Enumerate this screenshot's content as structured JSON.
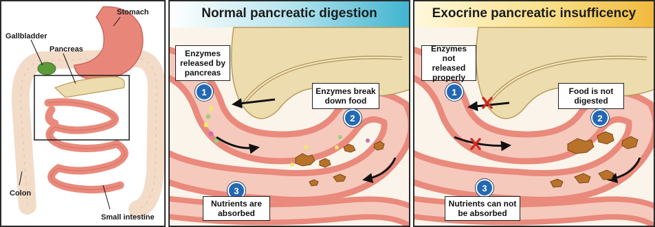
{
  "colors": {
    "panel2_title_bg": "#5fc3d8",
    "panel3_title_bg": "#f6d66a",
    "badge": "#2468b4",
    "intestine": "#e98a7c",
    "pancreas": "#e7d8a8",
    "food": "#b8722a"
  },
  "anatomy": {
    "labels": {
      "stomach": "Stomach",
      "gallbladder": "Gallbladder",
      "pancreas": "Pancreas",
      "colon": "Colon",
      "small_intestine": "Small intestine"
    }
  },
  "normal": {
    "title": "Normal pancreatic digestion",
    "steps": [
      {
        "number": "1",
        "text": "Enzymes released by pancreas"
      },
      {
        "number": "2",
        "text": "Enzymes break down food"
      },
      {
        "number": "3",
        "text": "Nutrients are absorbed"
      }
    ]
  },
  "epi": {
    "title": "Exocrine pancreatic insufficency",
    "steps": [
      {
        "number": "1",
        "text": "Enzymes not released properly"
      },
      {
        "number": "2",
        "text": "Food is not digested"
      },
      {
        "number": "3",
        "text": "Nutrients can not be absorbed"
      }
    ]
  }
}
